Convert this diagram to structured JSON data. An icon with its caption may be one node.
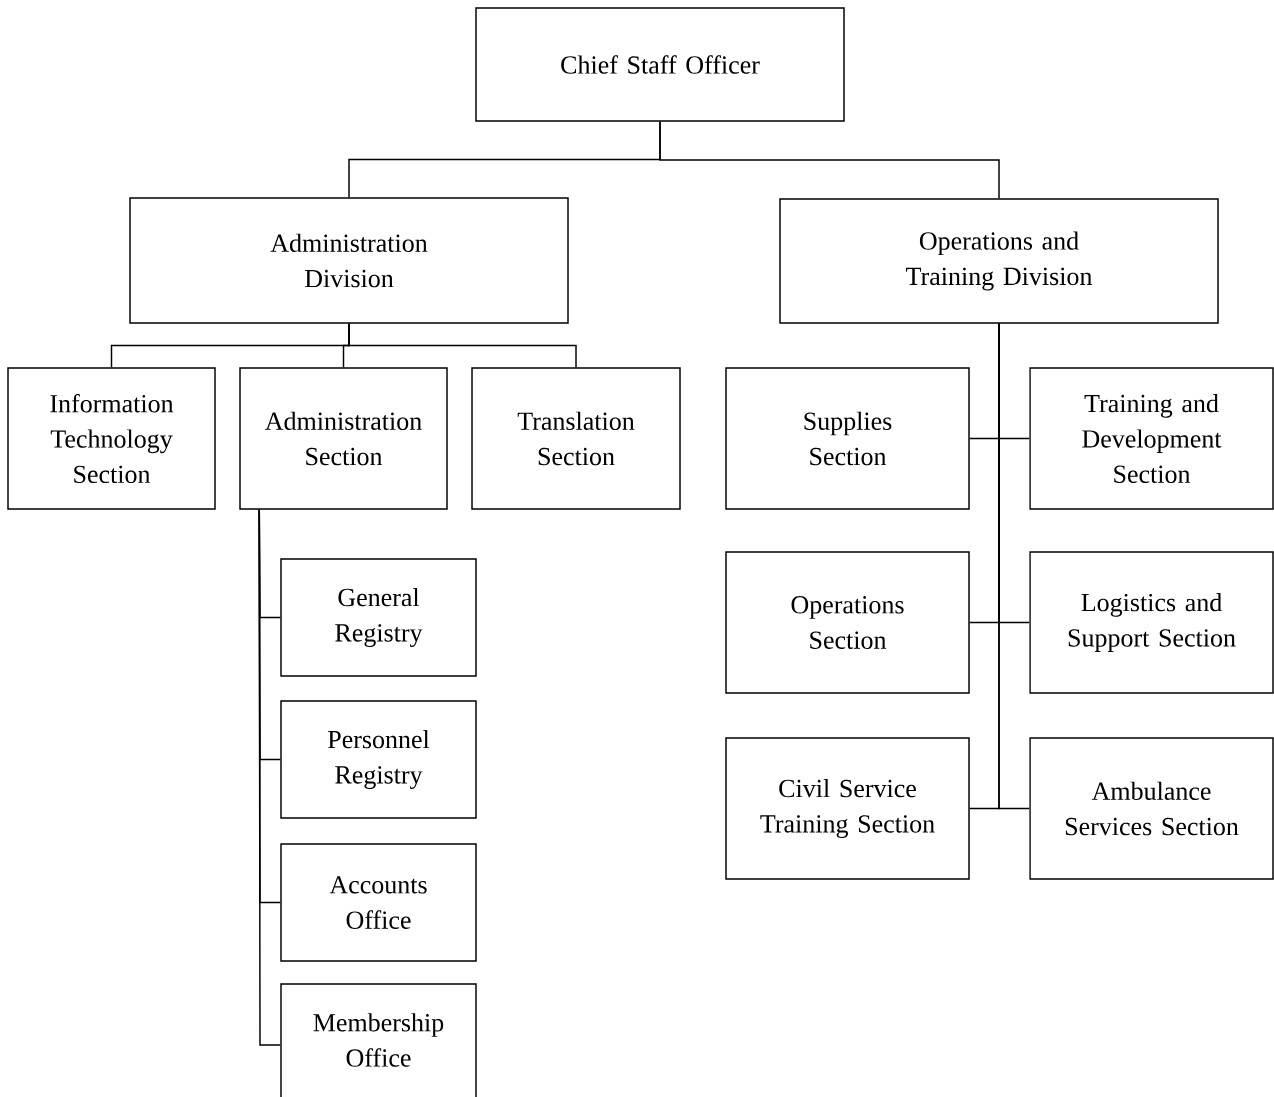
{
  "diagram": {
    "nodes": [
      {
        "text": [
          "Chief Staff Officer"
        ]
      },
      {
        "text": [
          "Administration Division"
        ]
      },
      {
        "text": [
          "Operations and Training Division"
        ]
      },
      {
        "text": [
          "Information Technology Section"
        ]
      },
      {
        "text": [
          "Administration Section"
        ]
      },
      {
        "text": [
          "Translation Section"
        ]
      },
      {
        "text": [
          "General Registry"
        ]
      },
      {
        "text": [
          "Personnel Registry"
        ]
      },
      {
        "text": [
          "Accounts Office"
        ]
      },
      {
        "text": [
          "Membership Office"
        ]
      },
      {
        "text": [
          "Supplies Section"
        ]
      },
      {
        "text": [
          "Training and Development Section"
        ]
      },
      {
        "text": [
          "Operations Section"
        ]
      },
      {
        "text": [
          "Logistics and Support Section"
        ]
      },
      {
        "text": [
          "Civil Service Training Section"
        ]
      },
      {
        "text": [
          "Ambulance Services Section"
        ]
      }
    ],
    "edges": [
      {
        "from": 0,
        "to": 1,
        "arrow": "none"
      },
      {
        "from": 0,
        "to": 2,
        "arrow": "none"
      },
      {
        "from": 1,
        "to": 3,
        "arrow": "none"
      },
      {
        "from": 1,
        "to": 4,
        "arrow": "none"
      },
      {
        "from": 1,
        "to": 5,
        "arrow": "none"
      },
      {
        "from": 4,
        "to": 6,
        "arrow": "none"
      },
      {
        "from": 4,
        "to": 7,
        "arrow": "none"
      },
      {
        "from": 4,
        "to": 8,
        "arrow": "none"
      },
      {
        "from": 4,
        "to": 9,
        "arrow": "none"
      },
      {
        "from": 2,
        "to": 10,
        "arrow": "none"
      },
      {
        "from": 2,
        "to": 11,
        "arrow": "none"
      },
      {
        "from": 2,
        "to": 12,
        "arrow": "none"
      },
      {
        "from": 2,
        "to": 13,
        "arrow": "none"
      },
      {
        "from": 2,
        "to": 14,
        "arrow": "none"
      },
      {
        "from": 2,
        "to": 15,
        "arrow": "none"
      }
    ]
  }
}
